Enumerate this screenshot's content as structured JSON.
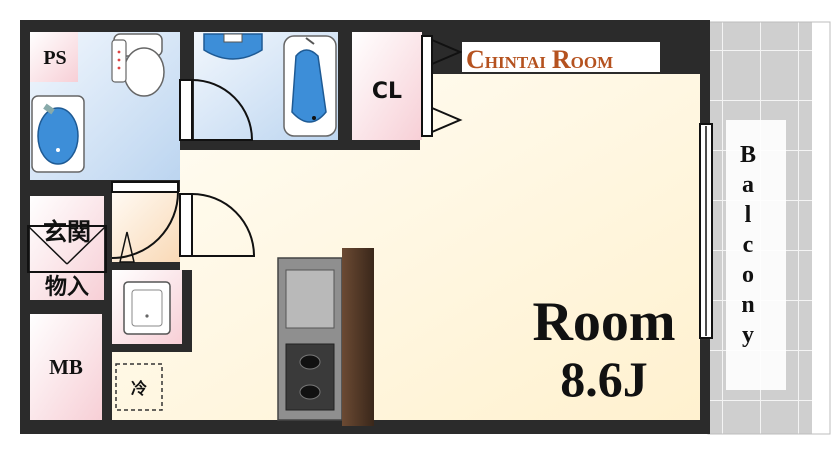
{
  "brand": {
    "prefix_big": "C",
    "prefix_rest": "HINTAI",
    "suffix_big": "R",
    "suffix_rest": "OOM",
    "color": "#b5521f"
  },
  "rooms": {
    "ps": "PS",
    "cl": "CL",
    "entrance": "玄関",
    "storage": "物入",
    "mb": "MB",
    "fridge": "冷",
    "main_name": "Room",
    "main_size": "8.6J"
  },
  "balcony_label": "Balcony",
  "colors": {
    "wall": "#2b2b2b",
    "room_fill": "#fff6da",
    "wet_area": "#cfe1f5",
    "closet": "#fde7ea",
    "entrance": "#fde9d3",
    "balcony": "#c9c9c9",
    "counter": "#4a3526"
  }
}
